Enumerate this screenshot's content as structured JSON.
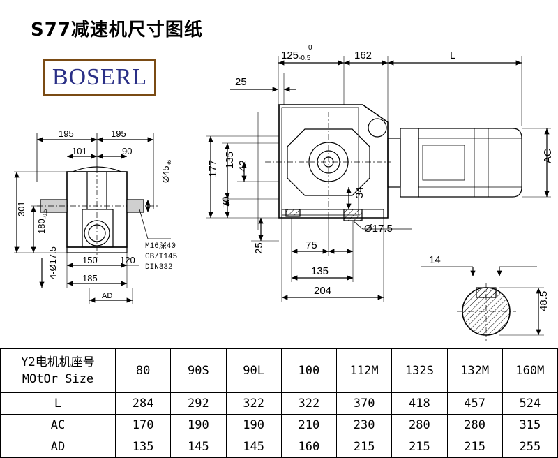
{
  "title": "S77减速机尺寸图纸",
  "logo": {
    "text": "BOSERL"
  },
  "front_view": {
    "dims": {
      "w_left": "195",
      "w_right": "195",
      "inner_left": "101",
      "inner_right": "90",
      "height": "301",
      "shaft_height": "180",
      "shaft_height_tol": "-0.5",
      "shaft_dia": "Ø45",
      "shaft_dia_tol": "k6",
      "holes": "4-Ø17.5",
      "base_150": "150",
      "base_120": "120",
      "base_185": "185",
      "ad": "AD"
    },
    "note": [
      "M16深40",
      "GB/T145",
      "DIN332"
    ]
  },
  "side_view": {
    "dims": {
      "d125": "125",
      "d125_tol_top": "0",
      "d125_tol_bottom": "-0.5",
      "d162": "162",
      "L": "L",
      "d25_top": "25",
      "d177": "177",
      "d135_v": "135",
      "d42": "42",
      "d70": "70",
      "d34": "34",
      "d25_bottom": "25",
      "hole": "Ø17.5",
      "d75": "75",
      "d135_h": "135",
      "d204": "204",
      "AC": "AC"
    }
  },
  "key_view": {
    "dims": {
      "d14": "14",
      "d48_5": "48.5"
    }
  },
  "table": {
    "header_label_cn": "Y2电机机座号",
    "header_label_en": "MOtOr Size",
    "sizes": [
      "80",
      "90S",
      "90L",
      "100",
      "112M",
      "132S",
      "132M",
      "160M"
    ],
    "rows": [
      {
        "label": "L",
        "values": [
          "284",
          "292",
          "322",
          "322",
          "370",
          "418",
          "457",
          "524"
        ]
      },
      {
        "label": "AC",
        "values": [
          "170",
          "190",
          "190",
          "210",
          "230",
          "280",
          "280",
          "315"
        ]
      },
      {
        "label": "AD",
        "values": [
          "135",
          "145",
          "145",
          "160",
          "215",
          "215",
          "215",
          "255"
        ]
      }
    ]
  }
}
